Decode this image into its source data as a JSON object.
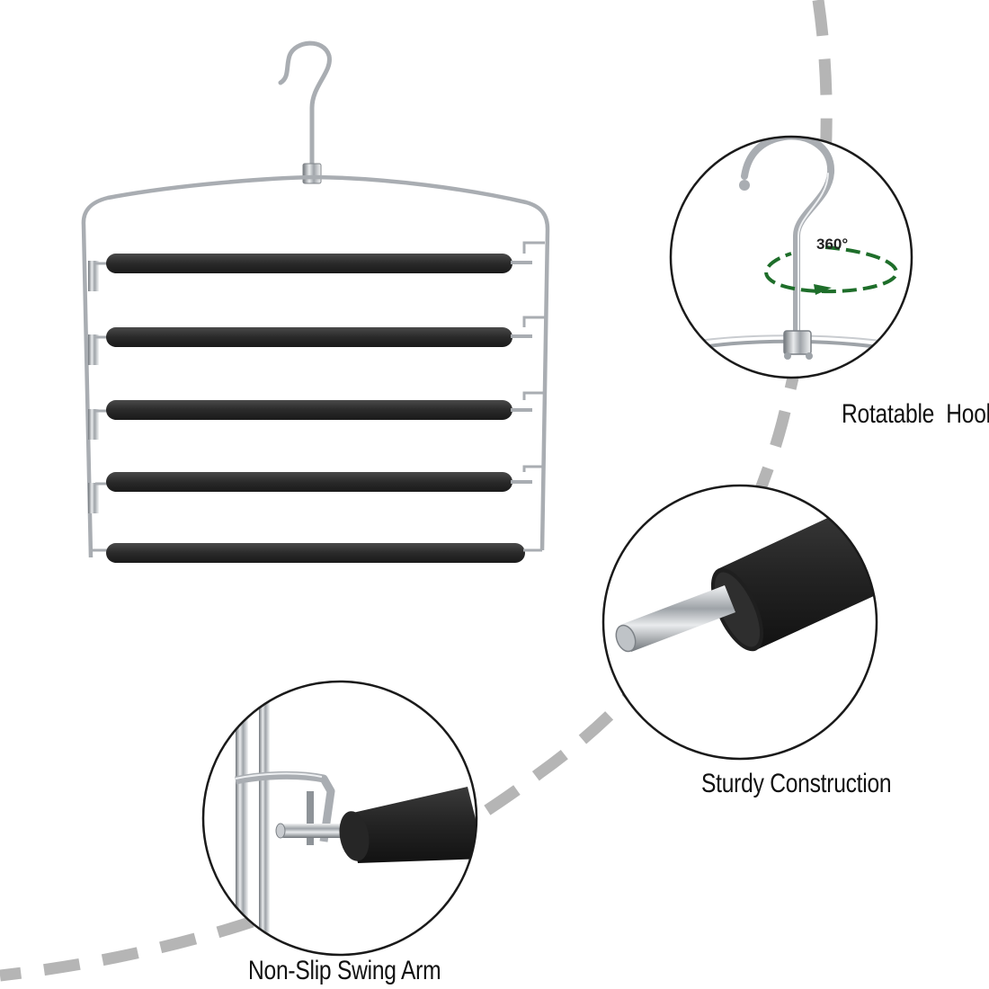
{
  "features": [
    {
      "label": "Rotatable  Hook"
    },
    {
      "label": "Sturdy Construction"
    },
    {
      "label": "Non-Slip Swing Arm"
    }
  ],
  "badge": {
    "rotation_label": "360°"
  },
  "colors": {
    "background": "#ffffff",
    "dashed_arc": "#b5b5b5",
    "foam_bar": "#2c2c2c",
    "chrome": "#a9adb2",
    "circle_outline": "#1a1a1a",
    "rotation_arrow": "#1e6e2a",
    "caption_text": "#111111"
  },
  "product": {
    "bar_count": 5
  }
}
